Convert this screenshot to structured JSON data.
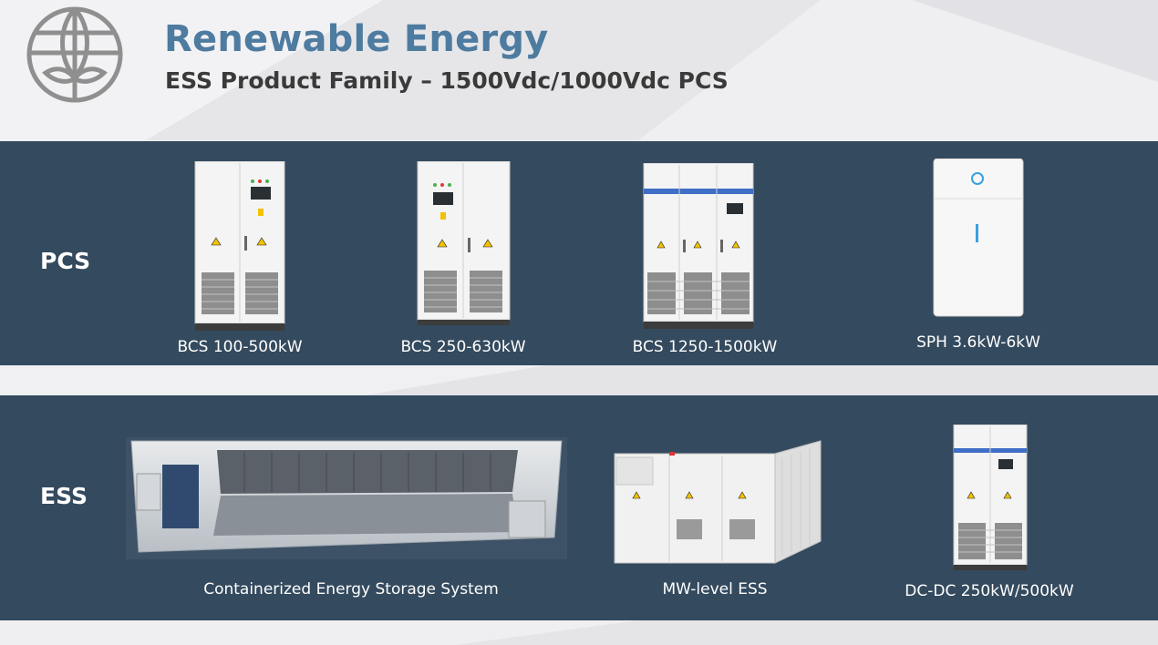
{
  "header": {
    "title": "Renewable Energy",
    "subtitle": "ESS Product Family – 1500Vdc/1000Vdc PCS",
    "logo_icon": "globe-leaf-icon"
  },
  "pcs_row": {
    "label": "PCS",
    "products": [
      {
        "caption": "BCS 100-500kW",
        "icon": "inverter-cabinet-icon"
      },
      {
        "caption": "BCS 250-630kW",
        "icon": "inverter-cabinet-icon"
      },
      {
        "caption": "BCS 1250-1500kW",
        "icon": "triple-cabinet-icon"
      },
      {
        "caption": "SPH 3.6kW-6kW",
        "icon": "wall-inverter-icon"
      }
    ]
  },
  "ess_row": {
    "label": "ESS",
    "products": [
      {
        "caption": "Containerized Energy Storage System",
        "icon": "container-cutaway-icon"
      },
      {
        "caption": "MW-level ESS",
        "icon": "mw-container-icon"
      },
      {
        "caption": "DC-DC 250kW/500kW",
        "icon": "dcdc-cabinet-icon"
      }
    ]
  },
  "colors": {
    "band": "#344a5e",
    "title": "#4e7ba0",
    "background": "#ebebed"
  }
}
